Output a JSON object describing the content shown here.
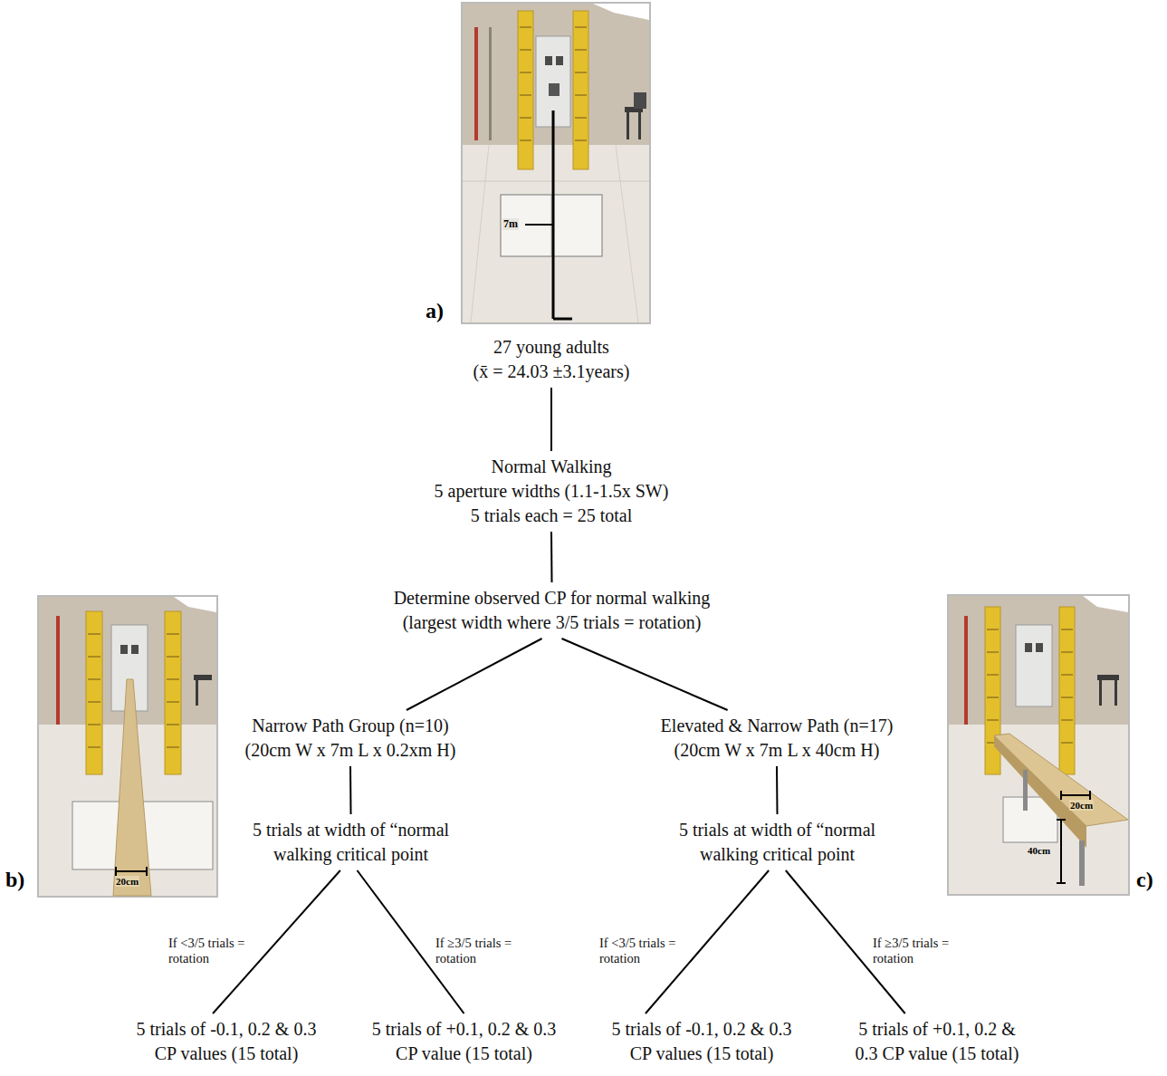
{
  "diagram": {
    "nodes": [
      {
        "text": [
          "27 young adults",
          "(x̄ = 24.03 ±3.1years)"
        ]
      },
      {
        "text": [
          "Normal Walking",
          "5 aperture widths (1.1-1.5x SW) 5 trials each = 25 total"
        ]
      },
      {
        "text": [
          "Determine observed CP for normal walking (largest width where 3/5 trials = rotation)"
        ]
      },
      {
        "text": [
          "Narrow Path Group (n=10) (20cm W x 7m L x 0.2xm H)"
        ]
      },
      {
        "text": [
          "Elevated & Narrow Path (n=17) (20cm W x 7m L x 40cm H)"
        ]
      },
      {
        "text": [
          "5 trials at width of “normal walking critical point"
        ]
      },
      {
        "text": [
          "5 trials at width of “normal walking critical point"
        ]
      },
      {
        "text": [
          "5 trials of -0.1, 0.2 & 0.3 CP values (15 total)"
        ]
      },
      {
        "text": [
          "5 trials of +0.1, 0.2 & 0.3 CP value (15 total)"
        ]
      },
      {
        "text": [
          "5 trials of -0.1, 0.2 & 0.3 CP values (15 total)"
        ]
      },
      {
        "text": [
          "5 trials of +0.1, 0.2 & 0.3 CP value (15 total)"
        ]
      }
    ],
    "edges": [
      {
        "from": 0,
        "to": 1,
        "arrow": "none"
      },
      {
        "from": 1,
        "to": 2,
        "arrow": "none"
      },
      {
        "from": 2,
        "to": 3,
        "arrow": "none"
      },
      {
        "from": 2,
        "to": 4,
        "arrow": "none"
      },
      {
        "from": 3,
        "to": 5,
        "arrow": "none"
      },
      {
        "from": 4,
        "to": 6,
        "arrow": "none"
      },
      {
        "from": 5,
        "to": 7,
        "label": "If <3/5 trials = rotation",
        "arrow": "none"
      },
      {
        "from": 5,
        "to": 8,
        "label": "If ≥3/5 trials = rotation",
        "arrow": "none"
      },
      {
        "from": 6,
        "to": 9,
        "label": "If <3/5 trials = rotation",
        "arrow": "none"
      },
      {
        "from": 6,
        "to": 10,
        "label": "If ≥3/5 trials = rotation",
        "arrow": "none"
      }
    ],
    "labels": [
      "7m",
      "a)",
      "20cm",
      "b)",
      "20cm",
      "40cm",
      "c)"
    ]
  }
}
